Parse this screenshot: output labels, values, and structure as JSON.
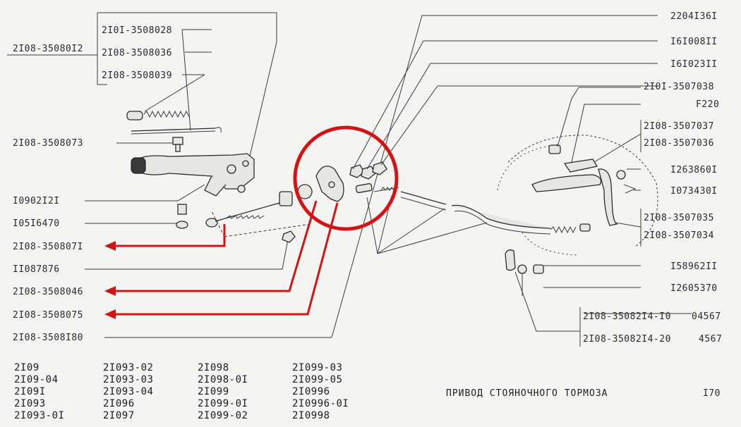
{
  "diagram": {
    "title": "ПРИВОД СТОЯНОЧНОГО ТОРМОЗА",
    "page_number": "I70",
    "assembly_code": "2I08-35080I2",
    "left_labels": [
      "2I0I-3508028",
      "2I08-3508036",
      "2I08-3508039",
      "2I08-3508073",
      "I0902I2I",
      "I05I6470",
      "2I08-350807I",
      "II087876",
      "2I08-3508046",
      "2I08-3508075",
      "2I08-3508I80"
    ],
    "right_labels": [
      "2204I36I",
      "I6I008II",
      "I6I023II",
      "2I0I-3507038",
      "F220",
      "2I08-3507037",
      "2I08-3507036",
      "I263860I",
      "I073430I",
      "2I08-3507035",
      "2I08-3507034",
      "I58962II",
      "I2605370",
      "2I08-35082I4-I0",
      "2I08-35082I4-20"
    ],
    "right_suffixes": [
      "04567",
      "4567"
    ],
    "model_columns": [
      [
        "2I09",
        "2I09-04",
        "2I09I",
        "2I093",
        "2I093-0I"
      ],
      [
        "2I093-02",
        "2I093-03",
        "2I093-04",
        "2I096",
        "2I097"
      ],
      [
        "2I098",
        "2I098-0I",
        "2I099",
        "2I099-0I",
        "2I099-02"
      ],
      [
        "2I099-03",
        "2I099-05",
        "2I0996",
        "2I0996-0I",
        "2I0998"
      ]
    ],
    "colors": {
      "highlight": "#d41414",
      "ink": "#2a2a2a",
      "paper": "#f4f4f2"
    }
  }
}
